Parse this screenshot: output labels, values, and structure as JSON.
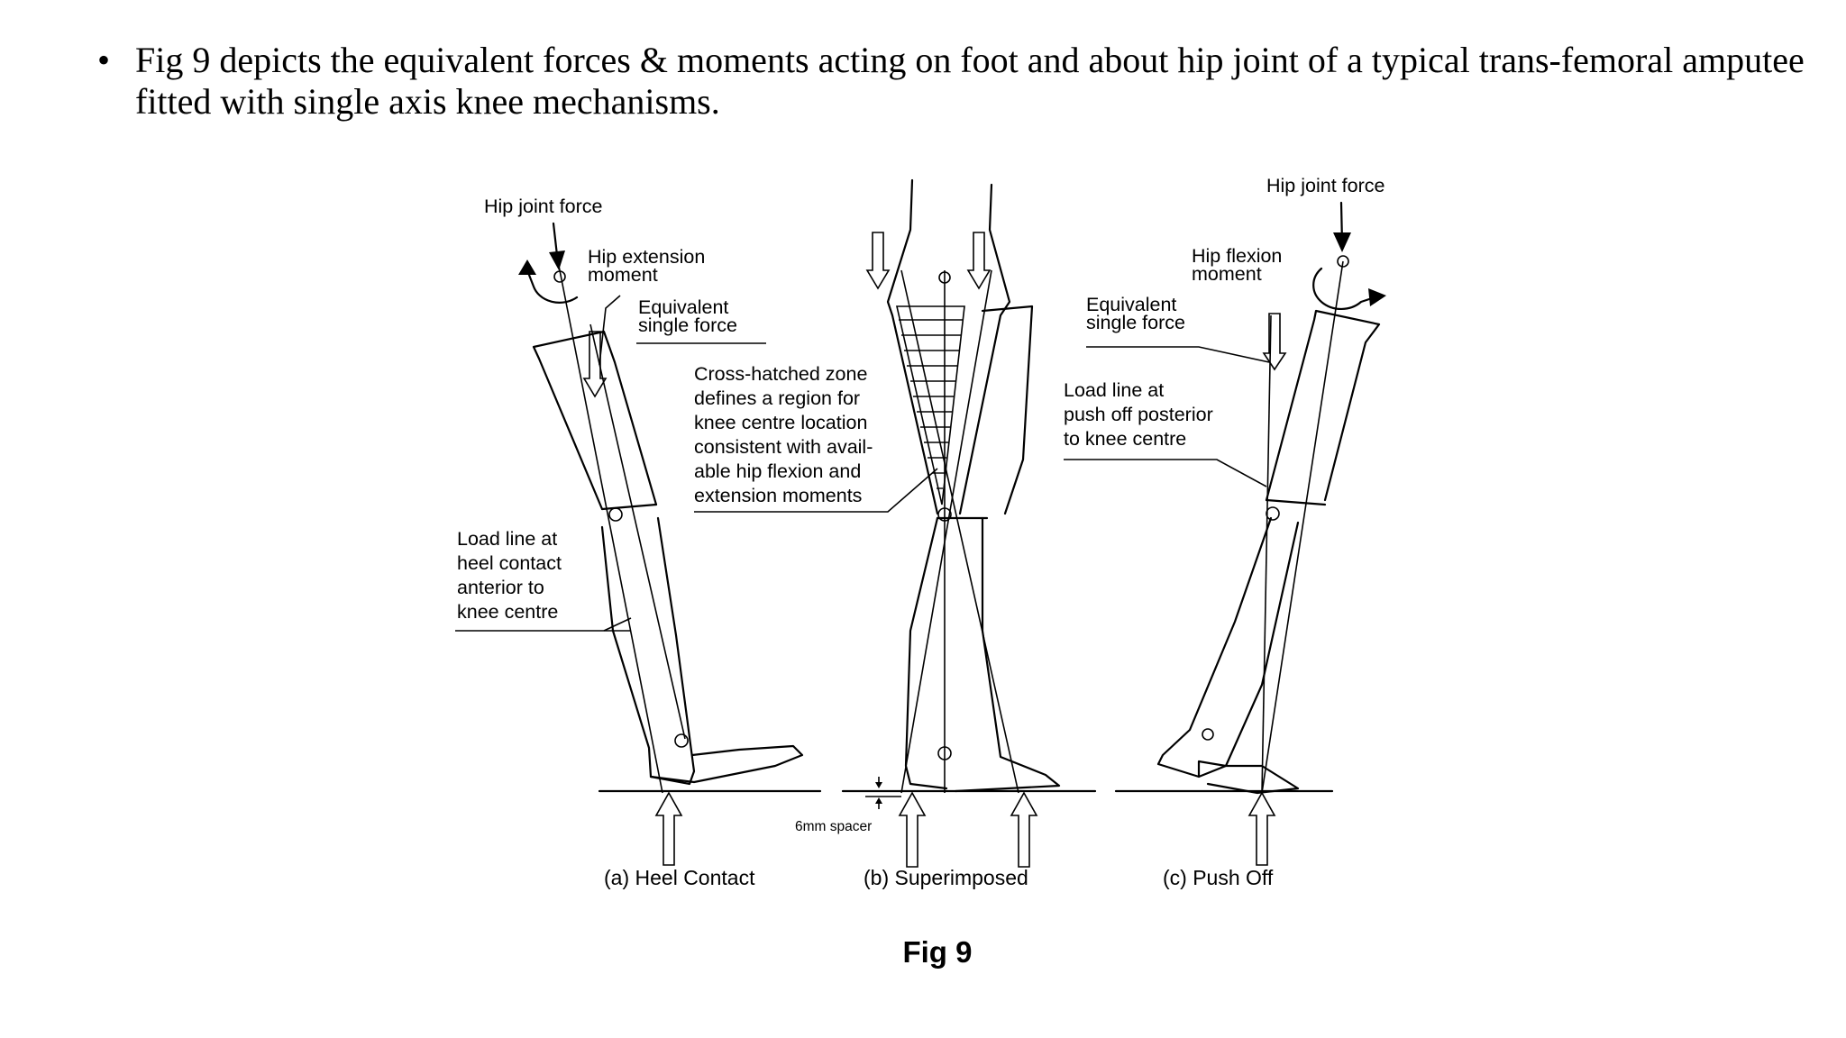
{
  "slide": {
    "bullet_symbol": "•",
    "bullet_text": "Fig 9 depicts the equivalent forces & moments acting on foot and about hip joint of a typical trans-femoral amputee fitted with single axis knee mechanisms.",
    "figure_caption": "Fig 9"
  },
  "figure": {
    "panel_a": {
      "hip_joint_force": "Hip joint force",
      "moment_line1": "Hip extension",
      "moment_line2": "moment",
      "single_force_line1": "Equivalent",
      "single_force_line2": "single force",
      "load_line": [
        "Load line at",
        "heel contact",
        "anterior to",
        "knee centre"
      ],
      "caption": "(a) Heel Contact"
    },
    "panel_b": {
      "zone_note": [
        "Cross-hatched zone",
        "defines a region for",
        "knee centre location",
        "consistent with avail-",
        "able hip flexion and",
        "extension moments"
      ],
      "spacer": "6mm spacer",
      "caption": "(b) Superimposed"
    },
    "panel_c": {
      "hip_joint_force": "Hip joint force",
      "moment_line1": "Hip flexion",
      "moment_line2": "moment",
      "single_force_line1": "Equivalent",
      "single_force_line2": "single force",
      "load_line": [
        "Load line at",
        "push off posterior",
        "to knee centre"
      ],
      "caption": "(c) Push Off"
    }
  }
}
